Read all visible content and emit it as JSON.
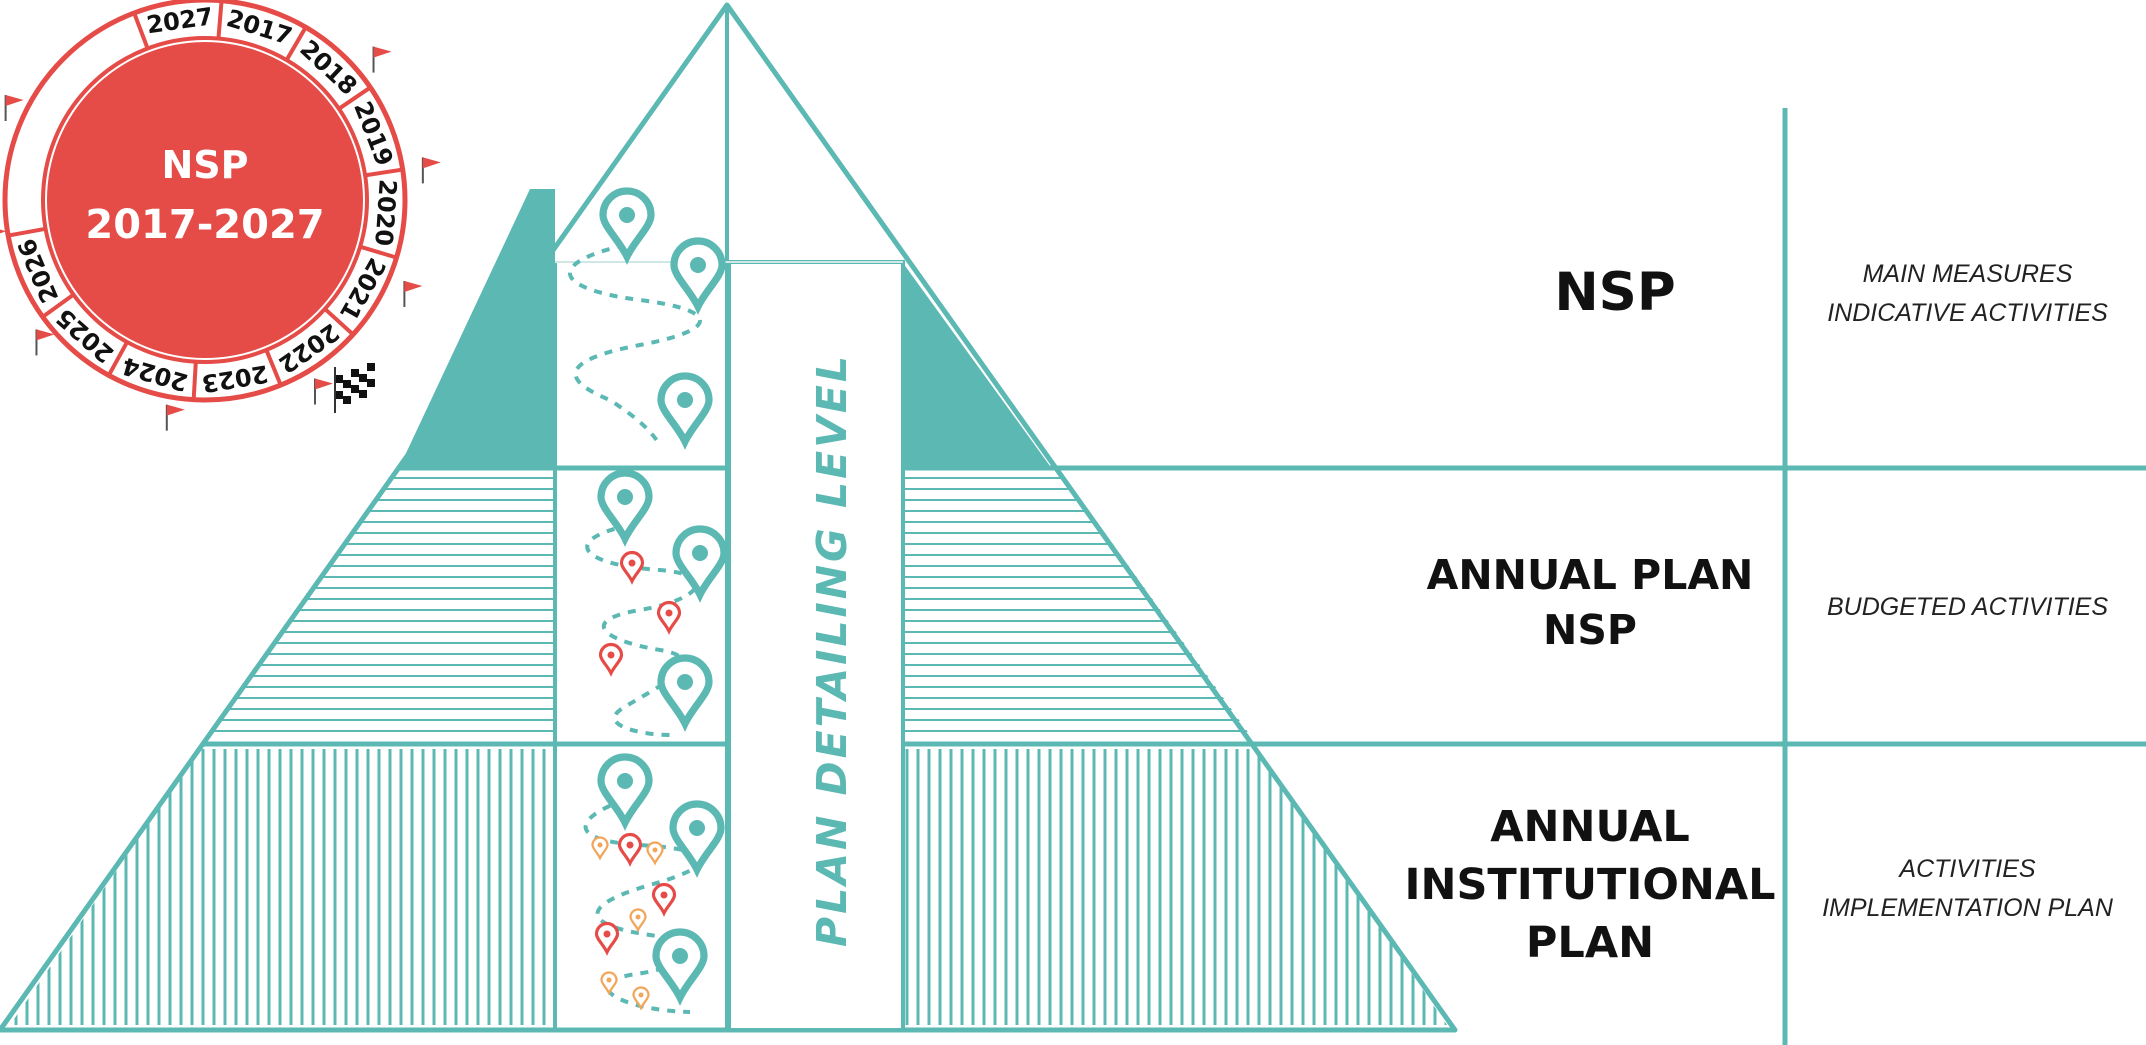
{
  "diagram": {
    "axis_label": "PLAN DETAILING LEVEL",
    "colors": {
      "teal": "#5bb8b3",
      "red": "#e54b47",
      "orange": "#f2a65a",
      "white": "#ffffff",
      "text": "#111111"
    },
    "badge": {
      "title": "NSP",
      "period": "2017-2027",
      "years": [
        "2027",
        "2017",
        "2018",
        "2019",
        "2020",
        "2021",
        "2022",
        "2023",
        "2024",
        "2025",
        "2026"
      ],
      "finish_flag_icon": "checkered-flag-icon",
      "milestone_icon": "red-flag-icon"
    },
    "levels": [
      {
        "title_lines": [
          "NSP"
        ],
        "desc_lines": [
          "MAIN MEASURES",
          "INDICATIVE ACTIVITIES"
        ],
        "pattern": "solid"
      },
      {
        "title_lines": [
          "ANNUAL PLAN",
          "NSP"
        ],
        "desc_lines": [
          "BUDGETED ACTIVITIES"
        ],
        "pattern": "horizontal-stripes"
      },
      {
        "title_lines": [
          "ANNUAL",
          "INSTITUTIONAL",
          "PLAN"
        ],
        "desc_lines": [
          "ACTIVITIES",
          "IMPLEMENTATION PLAN"
        ],
        "pattern": "vertical-stripes"
      }
    ],
    "route_icons": [
      "map-pin-icon",
      "dashed-route-icon"
    ]
  }
}
